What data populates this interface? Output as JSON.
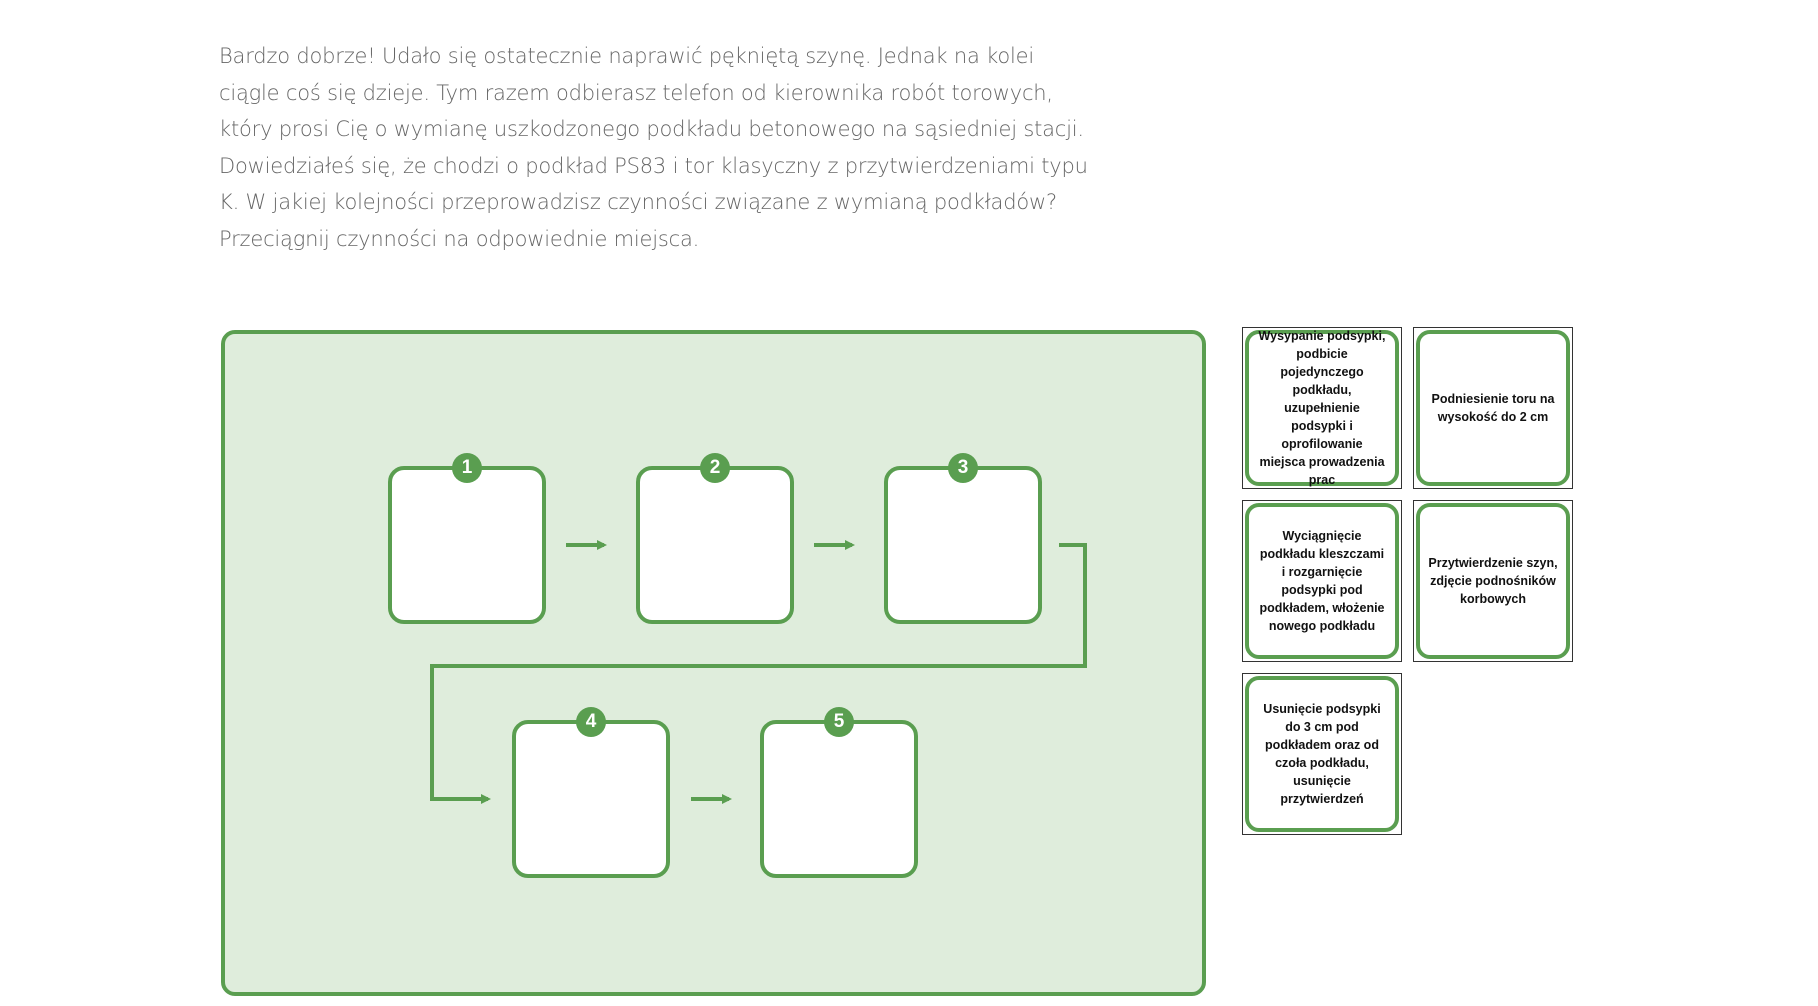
{
  "instructions": {
    "lines": [
      "Bardzo dobrze! Udało się ostatecznie naprawić pękniętą szynę. Jednak na kolei",
      "ciągle coś się dzieje. Tym razem odbierasz telefon od kierownika robót torowych,",
      "który prosi Cię o wymianę uszkodzonego podkładu betonowego na sąsiedniej stacji.",
      "Dowiedziałeś się, że chodzi o podkład PS83 i tor klasyczny z przytwierdzeniami typu",
      "K. W jakiej kolejności przeprowadzisz czynności związane z wymianą podkładów?",
      "Przeciągnij czynności na odpowiednie miejsca."
    ]
  },
  "board": {
    "slots": [
      "1",
      "2",
      "3",
      "4",
      "5"
    ],
    "colors": {
      "accent": "#5a9e50",
      "background": "#dfeddc"
    },
    "arrow_icon": "arrow-right-icon"
  },
  "cards": [
    "Wysypanie podsypki, podbicie pojedynczego podkładu, uzupełnienie podsypki i oprofilowanie miejsca prowadzenia prac",
    "Podniesienie toru na wysokość do 2 cm",
    "Wyciągnięcie podkładu kleszczami i rozgarnięcie podsypki pod podkładem, włożenie nowego podkładu",
    "Przytwierdzenie szyn, zdjęcie podnośników korbowych",
    "Usunięcie podsypki do 3 cm pod podkładem oraz od czoła podkładu, usunięcie przytwierdzeń"
  ]
}
